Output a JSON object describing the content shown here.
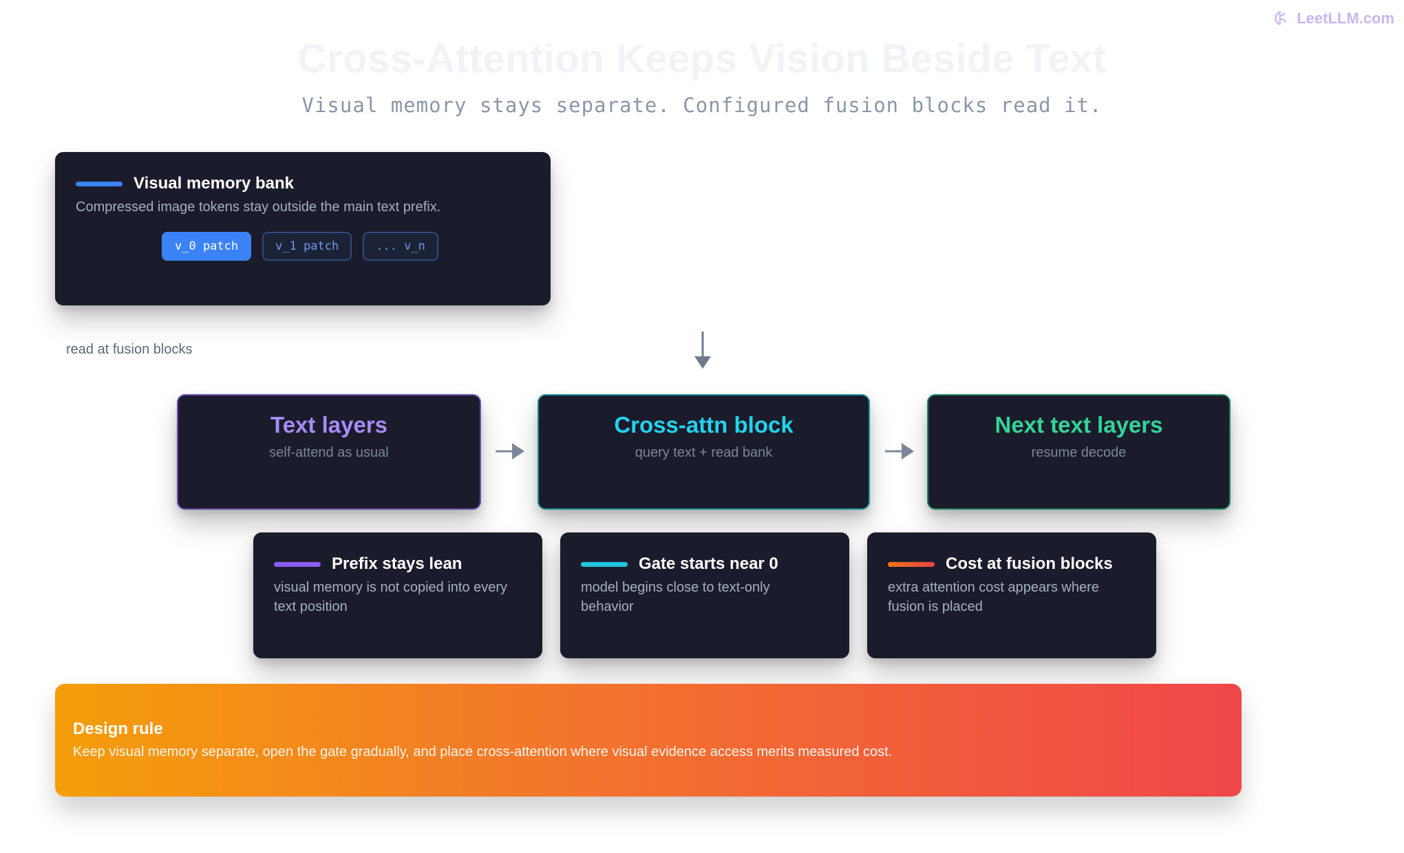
{
  "brand": {
    "name": "LeetLLM.com",
    "icon": "brain-icon"
  },
  "header": {
    "title": "Cross-Attention Keeps Vision Beside Text",
    "subtitle": "Visual memory stays separate. Configured fusion blocks read it."
  },
  "memory_bank": {
    "title": "Visual memory bank",
    "description": "Compressed image tokens stay outside the main text prefix.",
    "accent": "#3b82f6",
    "chips": [
      "v_0 patch",
      "v_1 patch",
      "... v_n"
    ]
  },
  "read_note": "read at fusion blocks",
  "flow": [
    {
      "title": "Text layers",
      "subtitle": "self-attend as usual",
      "color": "#a78bfa"
    },
    {
      "title": "Cross-attn block",
      "subtitle": "query text + read bank",
      "color": "#22d3ee"
    },
    {
      "title": "Next text layers",
      "subtitle": "resume decode",
      "color": "#34d399"
    }
  ],
  "notes": [
    {
      "title": "Prefix stays lean",
      "description": "visual memory is not copied into every text position",
      "accent": "#8b5cf6"
    },
    {
      "title": "Gate starts near 0",
      "description": "model begins close to text-only behavior",
      "accent": "#22c4e0"
    },
    {
      "title": "Cost at fusion blocks",
      "description": "extra attention cost appears where fusion is placed",
      "accent": "#f97316"
    }
  ],
  "design_rule": {
    "title": "Design rule",
    "text": "Keep visual memory separate, open the gate gradually, and place cross-attention where visual evidence access merits measured cost."
  }
}
